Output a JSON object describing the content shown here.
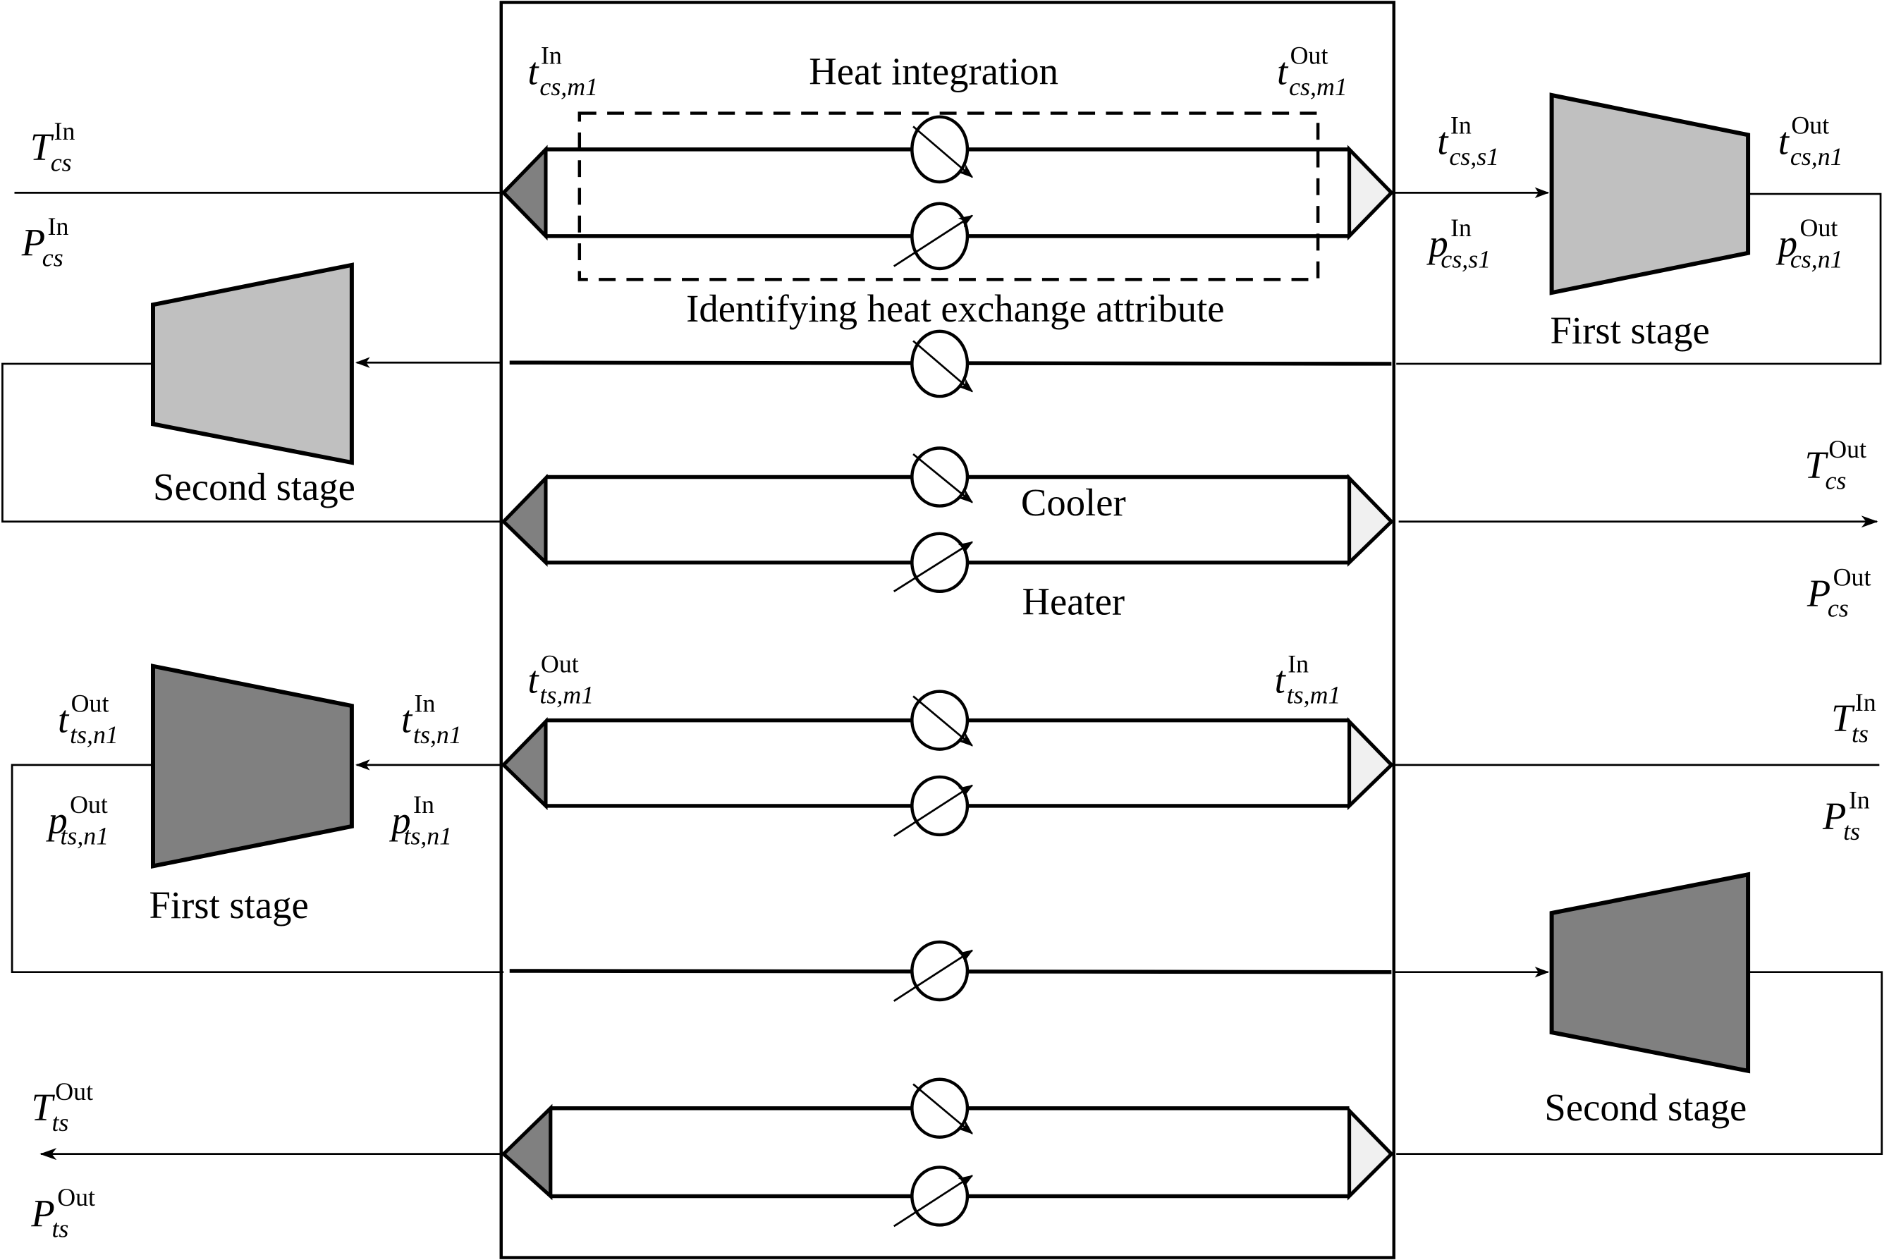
{
  "diagram": {
    "type": "process flow diagram - two-stage compression with heat exchanger network",
    "colors": {
      "compressor_cold_stream": "#c0c0c0",
      "compressor_hot_stream": "#808080",
      "mixer_dark": "#808080",
      "splitter_light": "#f0f0f0",
      "line": "#000000"
    },
    "labels": {
      "heat_integration": "Heat integration",
      "identifying": "Identifying heat exchange attribute",
      "cooler": "Cooler",
      "heater": "Heater",
      "cs_first_stage": "First stage",
      "cs_second_stage": "Second stage",
      "ts_first_stage": "First stage",
      "ts_second_stage": "Second stage"
    },
    "variables": {
      "T_cs_in": {
        "base": "T",
        "sup": "In",
        "sub": "cs"
      },
      "P_cs_in": {
        "base": "P",
        "sup": "In",
        "sub": "cs"
      },
      "t_cs_m1_in": {
        "base": "t",
        "sup": "In",
        "sub": "cs,m1"
      },
      "t_cs_m1_out": {
        "base": "t",
        "sup": "Out",
        "sub": "cs,m1"
      },
      "t_cs_s1_in": {
        "base": "t",
        "sup": "In",
        "sub": "cs,s1"
      },
      "p_cs_s1_in": {
        "base": "p",
        "sup": "In",
        "sub": "cs,s1"
      },
      "t_cs_n1_out": {
        "base": "t",
        "sup": "Out",
        "sub": "cs,n1"
      },
      "p_cs_n1_out": {
        "base": "p",
        "sup": "Out",
        "sub": "cs,n1"
      },
      "T_cs_out": {
        "base": "T",
        "sup": "Out",
        "sub": "cs"
      },
      "P_cs_out": {
        "base": "P",
        "sup": "Out",
        "sub": "cs"
      },
      "t_ts_m1_out": {
        "base": "t",
        "sup": "Out",
        "sub": "ts,m1"
      },
      "t_ts_m1_in": {
        "base": "t",
        "sup": "In",
        "sub": "ts,m1"
      },
      "t_ts_n1_out": {
        "base": "t",
        "sup": "Out",
        "sub": "ts,n1"
      },
      "p_ts_n1_out": {
        "base": "p",
        "sup": "Out",
        "sub": "ts,n1"
      },
      "t_ts_n1_in": {
        "base": "t",
        "sup": "In",
        "sub": "ts,n1"
      },
      "p_ts_n1_in": {
        "base": "p",
        "sup": "In",
        "sub": "ts,n1"
      },
      "T_ts_in": {
        "base": "T",
        "sup": "In",
        "sub": "ts"
      },
      "P_ts_in": {
        "base": "P",
        "sup": "In",
        "sub": "ts"
      },
      "T_ts_out": {
        "base": "T",
        "sup": "Out",
        "sub": "ts"
      },
      "P_ts_out": {
        "base": "P",
        "sup": "Out",
        "sub": "ts"
      }
    }
  }
}
